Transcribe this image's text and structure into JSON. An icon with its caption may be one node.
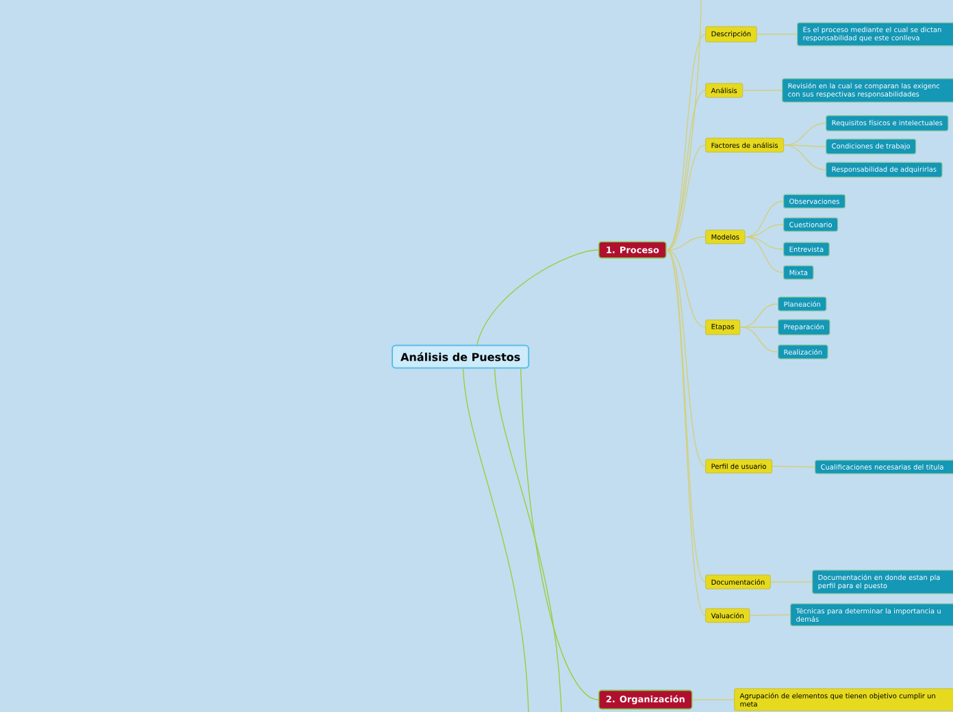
{
  "diagram": {
    "nodes": [
      {
        "text": [
          "Análisis de Puestos"
        ]
      },
      {
        "text": [
          "1. Proceso"
        ]
      },
      {
        "text": [
          "Descripción"
        ]
      },
      {
        "text": [
          "Es el proceso mediante el cual se dictan responsabilidad que este conlleva"
        ]
      },
      {
        "text": [
          "Análisis"
        ]
      },
      {
        "text": [
          "Revisión en la cual se comparan las exigenc con sus respectivas responsabilidades"
        ]
      },
      {
        "text": [
          "Factores de análisis"
        ]
      },
      {
        "text": [
          "Requisitos físicos e intelectuales"
        ]
      },
      {
        "text": [
          "Condiciones de trabajo"
        ]
      },
      {
        "text": [
          "Responsabilidad de adquirirlas"
        ]
      },
      {
        "text": [
          "Modelos"
        ]
      },
      {
        "text": [
          "Observaciones"
        ]
      },
      {
        "text": [
          "Cuestionario"
        ]
      },
      {
        "text": [
          "Entrevista"
        ]
      },
      {
        "text": [
          "Mixta"
        ]
      },
      {
        "text": [
          "Etapas"
        ]
      },
      {
        "text": [
          "Planeación"
        ]
      },
      {
        "text": [
          "Preparación"
        ]
      },
      {
        "text": [
          "Realización"
        ]
      },
      {
        "text": [
          "Perfil de usuario"
        ]
      },
      {
        "text": [
          "Cualificaciones necesarias del titula"
        ]
      },
      {
        "text": [
          "Documentación"
        ]
      },
      {
        "text": [
          "Documentación en donde estan pla perfil para el puesto"
        ]
      },
      {
        "text": [
          "Valuación"
        ]
      },
      {
        "text": [
          "Técnicas para determinar la importancia u demás"
        ]
      },
      {
        "text": [
          "2. Organización"
        ]
      },
      {
        "text": [
          "Agrupación de elementos que tienen objetivo cumplir un meta"
        ]
      }
    ],
    "edges": [
      {
        "from": 0,
        "to": 1,
        "arrow": "none",
        "color": "#9ccc3c"
      },
      {
        "from": 0,
        "to": 25,
        "arrow": "none",
        "color": "#9ccc3c"
      },
      {
        "from": 0,
        "to": null,
        "arrow": "none",
        "color": "#9ccc3c"
      },
      {
        "from": 0,
        "to": null,
        "arrow": "none",
        "color": "#9ccc3c"
      },
      {
        "from": 1,
        "to": null,
        "arrow": "none"
      },
      {
        "from": 1,
        "to": 2,
        "arrow": "none"
      },
      {
        "from": 1,
        "to": 4,
        "arrow": "none"
      },
      {
        "from": 1,
        "to": 6,
        "arrow": "none"
      },
      {
        "from": 1,
        "to": 10,
        "arrow": "none"
      },
      {
        "from": 1,
        "to": 15,
        "arrow": "none"
      },
      {
        "from": 1,
        "to": 19,
        "arrow": "none"
      },
      {
        "from": 1,
        "to": 21,
        "arrow": "none"
      },
      {
        "from": 1,
        "to": 23,
        "arrow": "none"
      },
      {
        "from": 2,
        "to": 3,
        "arrow": "none"
      },
      {
        "from": 4,
        "to": 5,
        "arrow": "none"
      },
      {
        "from": 6,
        "to": 7,
        "arrow": "none"
      },
      {
        "from": 6,
        "to": 8,
        "arrow": "none"
      },
      {
        "from": 6,
        "to": 9,
        "arrow": "none"
      },
      {
        "from": 10,
        "to": 11,
        "arrow": "none"
      },
      {
        "from": 10,
        "to": 12,
        "arrow": "none"
      },
      {
        "from": 10,
        "to": 13,
        "arrow": "none"
      },
      {
        "from": 10,
        "to": 14,
        "arrow": "none"
      },
      {
        "from": 15,
        "to": 16,
        "arrow": "none"
      },
      {
        "from": 15,
        "to": 17,
        "arrow": "none"
      },
      {
        "from": 15,
        "to": 18,
        "arrow": "none"
      },
      {
        "from": 19,
        "to": 20,
        "arrow": "none"
      },
      {
        "from": 21,
        "to": 22,
        "arrow": "none"
      },
      {
        "from": 23,
        "to": 24,
        "arrow": "none"
      },
      {
        "from": 25,
        "to": 26,
        "arrow": "none"
      }
    ]
  }
}
